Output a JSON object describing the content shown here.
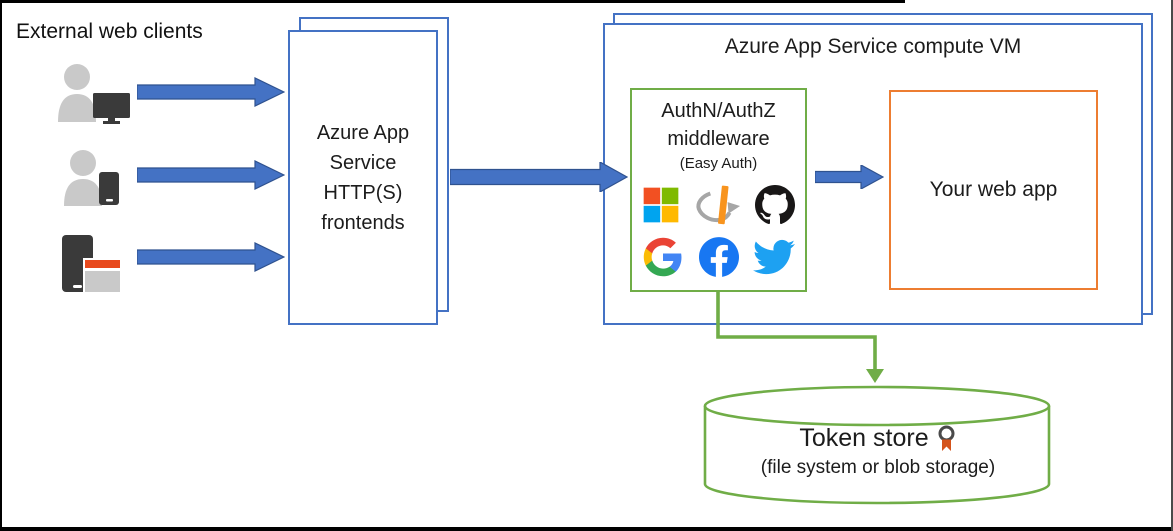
{
  "clients": {
    "heading": "External web clients",
    "icons": [
      "person-desktop-icon",
      "person-phone-icon",
      "device-browser-icon"
    ]
  },
  "frontends_box": {
    "line1": "Azure App",
    "line2": "Service",
    "line3": "HTTP(S)",
    "line4": "frontends"
  },
  "compute_vm_box": {
    "title": "Azure App Service compute VM"
  },
  "middleware_box": {
    "title_line1": "AuthN/AuthZ",
    "title_line2": "middleware",
    "subtitle": "(Easy Auth)",
    "provider_icons": [
      "microsoft-icon",
      "openid-connect-icon",
      "github-icon",
      "google-icon",
      "facebook-icon",
      "twitter-icon"
    ]
  },
  "web_app_box": {
    "label": "Your web app"
  },
  "token_store": {
    "title": "Token store",
    "badge_icon": "token-badge-icon",
    "subtitle": "(file system or blob storage)"
  },
  "colors": {
    "box_blue": "#4472C4",
    "arrow_fill": "#4472C4",
    "arrow_border": "#2F528F",
    "green": "#70AD47",
    "orange": "#ED7D31",
    "facebook_blue": "#1877F2",
    "twitter_blue": "#1DA1F2",
    "microsoft_red": "#F25022",
    "microsoft_green": "#7FBA00",
    "microsoft_blue": "#00A4EF",
    "microsoft_yellow": "#FFB900"
  }
}
